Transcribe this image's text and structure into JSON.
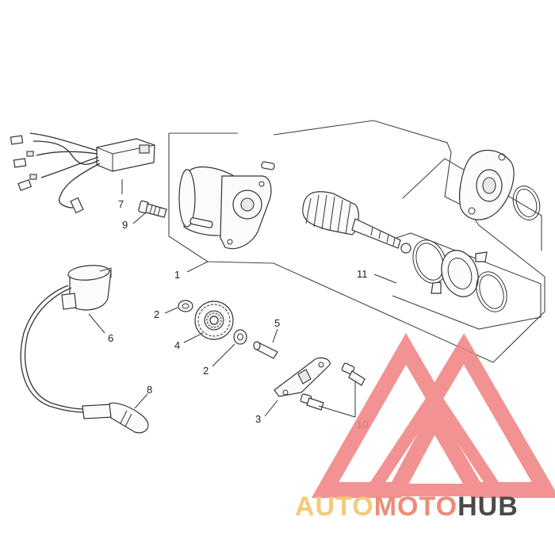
{
  "callouts": [
    {
      "id": "1",
      "label": "1"
    },
    {
      "id": "2a",
      "label": "2"
    },
    {
      "id": "2b",
      "label": "2"
    },
    {
      "id": "3",
      "label": "3"
    },
    {
      "id": "4",
      "label": "4"
    },
    {
      "id": "5",
      "label": "5"
    },
    {
      "id": "6",
      "label": "6"
    },
    {
      "id": "7",
      "label": "7"
    },
    {
      "id": "8",
      "label": "8"
    },
    {
      "id": "9",
      "label": "9"
    },
    {
      "id": "10",
      "label": "10"
    },
    {
      "id": "11",
      "label": "11"
    }
  ],
  "watermark": {
    "part1": "AUTO",
    "part2": "MOTO",
    "part3": "HUB",
    "color_light": "#f6c97a",
    "color_mid": "#ee8b78",
    "color_dark": "#4a4a4a",
    "logo_color": "#f07f7f"
  }
}
